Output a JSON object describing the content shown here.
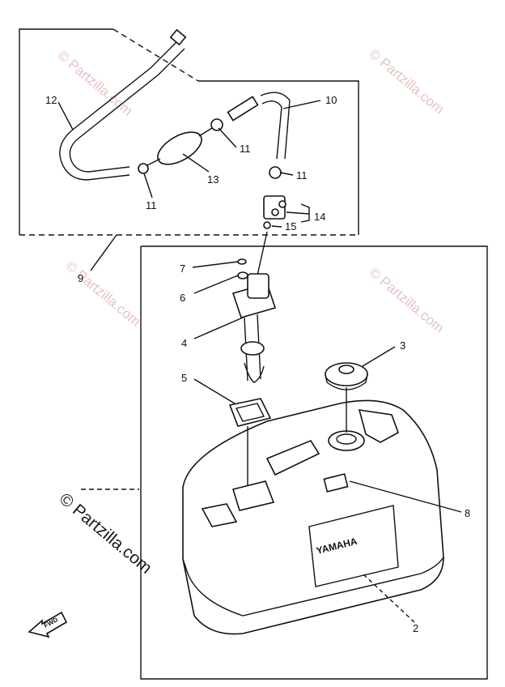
{
  "callouts": {
    "c1": "12",
    "c2": "10",
    "c3": "11",
    "c4": "11",
    "c5": "13",
    "c6": "11",
    "c7": "14",
    "c8": "15",
    "c9": "9",
    "c10": "7",
    "c11": "6",
    "c12": "4",
    "c13": "3",
    "c14": "5",
    "c15": "8",
    "c16": "2"
  },
  "watermark": {
    "small": "© Partzilla.com",
    "large": "© Partzilla.com"
  },
  "tank_brand": "YAMAHA",
  "fwd_label": "FWD"
}
